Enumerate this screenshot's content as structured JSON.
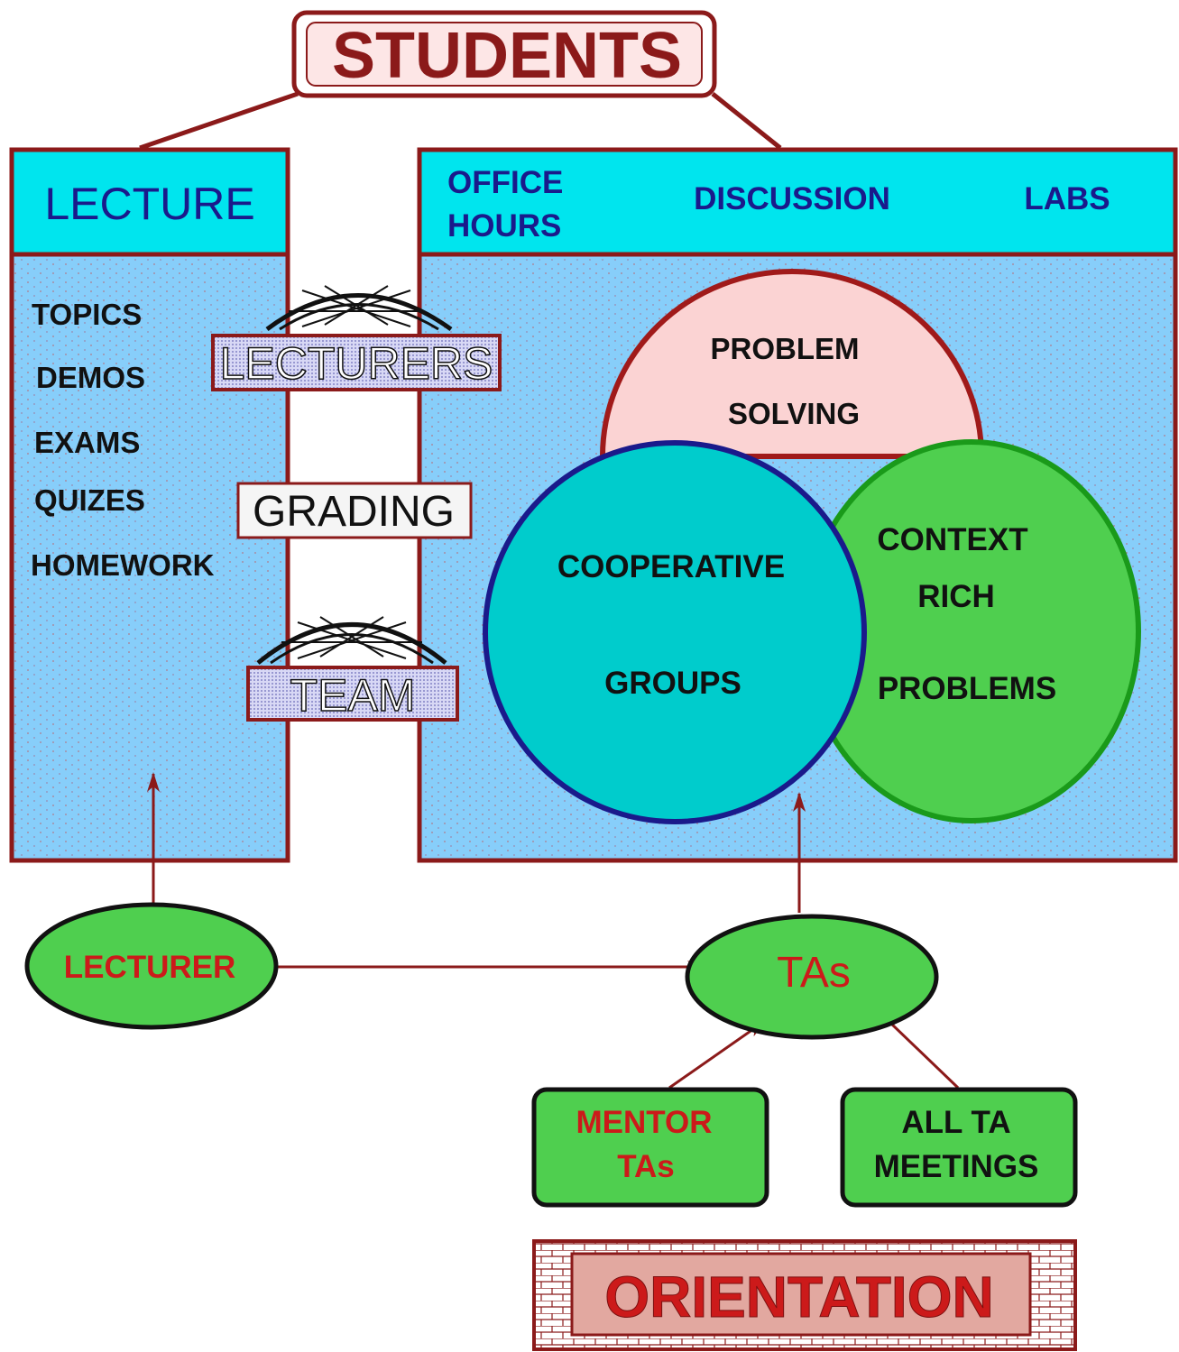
{
  "title": "STUDENTS",
  "lecture": {
    "header": "LECTURE",
    "items": [
      "TOPICS",
      "DEMOS",
      "EXAMS",
      "QUIZES",
      "HOMEWORK"
    ]
  },
  "recitation": {
    "header_items": [
      "OFFICE",
      "HOURS",
      "DISCUSSION",
      "LABS"
    ]
  },
  "bridges": {
    "lecturers": "LECTURERS",
    "grading": "GRADING",
    "team": "TEAM"
  },
  "venn": {
    "problem_solving": [
      "PROBLEM",
      "SOLVING"
    ],
    "cooperative_groups": [
      "COOPERATIVE",
      "GROUPS"
    ],
    "context_rich": [
      "CONTEXT",
      "RICH",
      "PROBLEMS"
    ]
  },
  "support": {
    "lecturer": "LECTURER",
    "tas": "TAs",
    "mentor": [
      "MENTOR",
      "TAs"
    ],
    "meetings": [
      "ALL TA",
      "MEETINGS"
    ],
    "orientation": "ORIENTATION"
  },
  "colors": {
    "frame": "#8b1a1a",
    "cyan": "#00e5ee",
    "panel": "#87cefa",
    "navy": "#1a1a8b",
    "pink": "#fbd3d3",
    "teal": "#00cccc",
    "green": "#4fcf4f",
    "green_line": "#1a9a1a",
    "red_text": "#cc1a1a"
  }
}
